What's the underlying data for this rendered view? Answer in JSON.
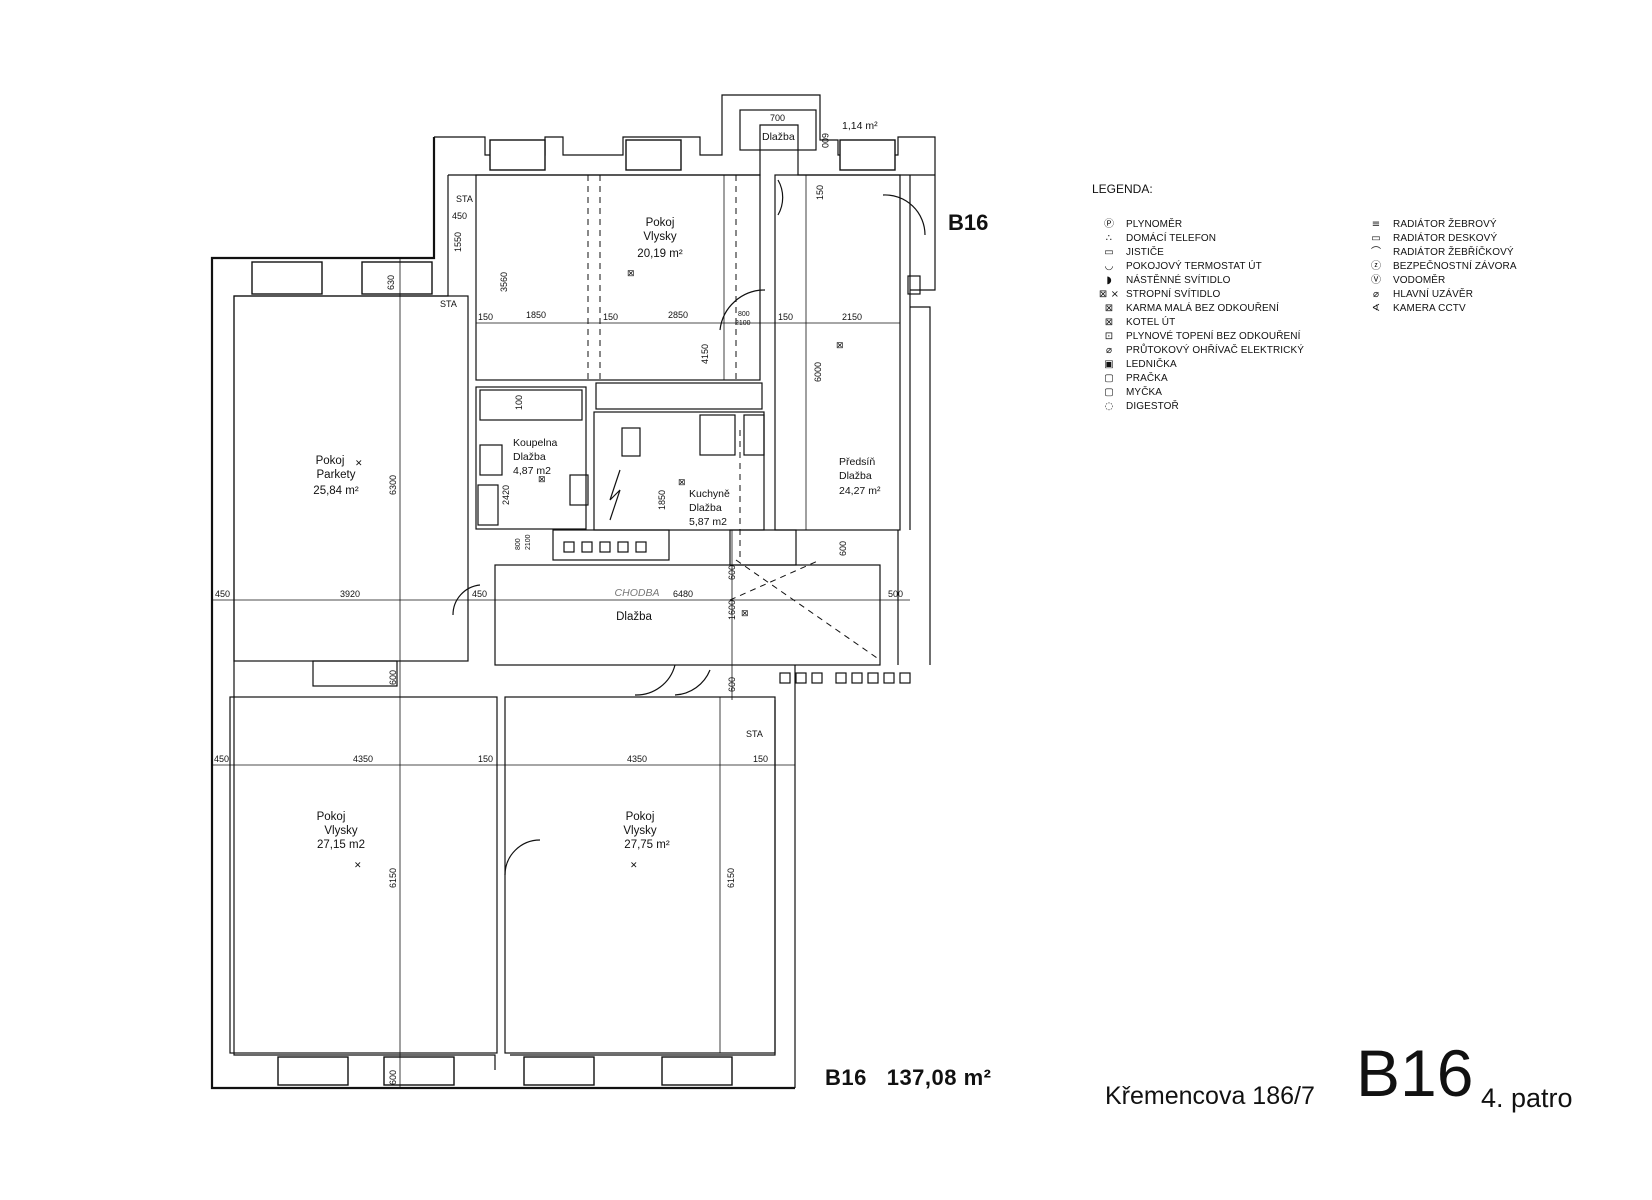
{
  "unit_label": "B16",
  "unit_area": "137,08 m²",
  "address": "Křemencova 186/7",
  "unit_code_large": "B16",
  "floor": "4. patro",
  "legend": {
    "title": "LEGENDA:",
    "left": [
      {
        "icon": "gas-meter-icon",
        "label": "PLYNOMĚR"
      },
      {
        "icon": "intercom-icon",
        "label": "DOMÁCÍ TELEFON"
      },
      {
        "icon": "breaker-icon",
        "label": "JISTIČE"
      },
      {
        "icon": "thermostat-icon",
        "label": "POKOJOVÝ TERMOSTAT ÚT"
      },
      {
        "icon": "wall-light-icon",
        "label": "NÁSTĚNNÉ SVÍTIDLO"
      },
      {
        "icon": "ceiling-light-icon",
        "label": "STROPNÍ SVÍTIDLO"
      },
      {
        "icon": "water-heater-icon",
        "label": "KARMA MALÁ BEZ ODKOUŘENÍ"
      },
      {
        "icon": "boiler-icon",
        "label": "KOTEL ÚT"
      },
      {
        "icon": "gas-heater-icon",
        "label": "PLYNOVÉ TOPENÍ BEZ ODKOUŘENÍ"
      },
      {
        "icon": "flow-heater-icon",
        "label": "PRŮTOKOVÝ OHŘÍVAČ ELEKTRICKÝ"
      },
      {
        "icon": "fridge-icon",
        "label": "LEDNIČKA"
      },
      {
        "icon": "washer-icon",
        "label": "PRAČKA"
      },
      {
        "icon": "dishwasher-icon",
        "label": "MYČKA"
      },
      {
        "icon": "hood-icon",
        "label": "DIGESTOŘ"
      }
    ],
    "right": [
      {
        "icon": "ribbed-radiator-icon",
        "label": "RADIÁTOR ŽEBROVÝ"
      },
      {
        "icon": "panel-radiator-icon",
        "label": "RADIÁTOR DESKOVÝ"
      },
      {
        "icon": "ladder-radiator-icon",
        "label": "RADIÁTOR ŽEBŘÍČKOVÝ"
      },
      {
        "icon": "safety-valve-icon",
        "label": "BEZPEČNOSTNÍ ZÁVORA"
      },
      {
        "icon": "water-meter-icon",
        "label": "VODOMĚR"
      },
      {
        "icon": "main-valve-icon",
        "label": "HLAVNÍ UZÁVĚR"
      },
      {
        "icon": "cctv-icon",
        "label": "KAMERA CCTV"
      }
    ],
    "symbols": {
      "gas-meter-icon": "Ⓟ",
      "intercom-icon": "∴",
      "breaker-icon": "▭",
      "thermostat-icon": "◡",
      "wall-light-icon": "◗",
      "ceiling-light-icon": "⊠ ×",
      "water-heater-icon": "⊠",
      "boiler-icon": "⊠",
      "gas-heater-icon": "⊡",
      "flow-heater-icon": "⌀",
      "fridge-icon": "▣",
      "washer-icon": "▢",
      "dishwasher-icon": "▢",
      "hood-icon": "◌",
      "ribbed-radiator-icon": "≡",
      "panel-radiator-icon": "▭",
      "ladder-radiator-icon": "⌒",
      "safety-valve-icon": "ⓩ",
      "water-meter-icon": "Ⓥ",
      "main-valve-icon": "⌀",
      "cctv-icon": "∢"
    }
  },
  "rooms": [
    {
      "name": "Pokoj",
      "floor": "Vlysky",
      "area": "20,19 m²"
    },
    {
      "name": "Pokoj",
      "floor": "Parkety",
      "area": "25,84 m²"
    },
    {
      "name": "Koupelna",
      "floor": "Dlažba",
      "area": "4,87 m2"
    },
    {
      "name": "Kuchyně",
      "floor": "Dlažba",
      "area": "5,87 m2"
    },
    {
      "name": "Předsíň",
      "floor": "Dlažba",
      "area": "24,27 m²"
    },
    {
      "name": "Pokoj",
      "floor": "Vlysky",
      "area": "27,15 m2"
    },
    {
      "name": "Pokoj",
      "floor": "Vlysky",
      "area": "27,75 m²"
    }
  ],
  "corridor": {
    "handwritten": "CHODBA",
    "floor": "Dlažba"
  },
  "wc": {
    "floor": "Dlažba",
    "area": "1,14 m²",
    "dim_w": "700",
    "dim_h": "600"
  },
  "dimensions": {
    "d150a": "150",
    "d1850": "1850",
    "d150b": "150",
    "d2850": "2850",
    "d150c": "150",
    "d2150": "2150",
    "d3560": "3560",
    "d1550": "1550",
    "d450a": "450",
    "d630": "630",
    "d6300": "6300",
    "d450b": "450",
    "d3920": "3920",
    "d450c": "450",
    "d6480": "6480",
    "d500": "500",
    "d4150": "4150",
    "d6000": "6000",
    "d800": "800",
    "d2100": "2100",
    "d100": "100",
    "d2420": "2420",
    "d1850k": "1850",
    "d600a": "600",
    "d600b": "600",
    "d1600": "1600",
    "d600c": "600",
    "d600d": "600",
    "d450d": "450",
    "d4350a": "4350",
    "d150d": "150",
    "d4350b": "4350",
    "d150e": "150",
    "d6150a": "6150",
    "d6150b": "6150",
    "d600e": "600",
    "d150f": "150",
    "d800b": "800",
    "d2100b": "2100"
  },
  "sta": "STA"
}
